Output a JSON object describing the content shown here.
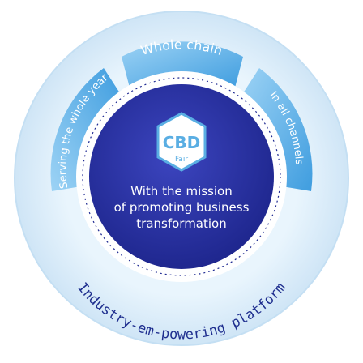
{
  "logo": {
    "line1": "CBD",
    "line2": "Fair"
  },
  "mission": {
    "line1": "With the mission",
    "line2": "of promoting business",
    "line3": "transformation"
  },
  "segments": {
    "top": "Whole chain",
    "left": "Serving the whole year",
    "right": "In all channels",
    "bottom": "Industry-em-powering platform"
  },
  "colors": {
    "background": "#ffffff",
    "ring": "#d7ebf9",
    "core": "#2f34a8",
    "core_edge": "#1f2a92",
    "segment": "#5aaee3",
    "segment_light": "#9dd3f5",
    "text_dark": "#1f2f8f",
    "white": "#ffffff"
  }
}
